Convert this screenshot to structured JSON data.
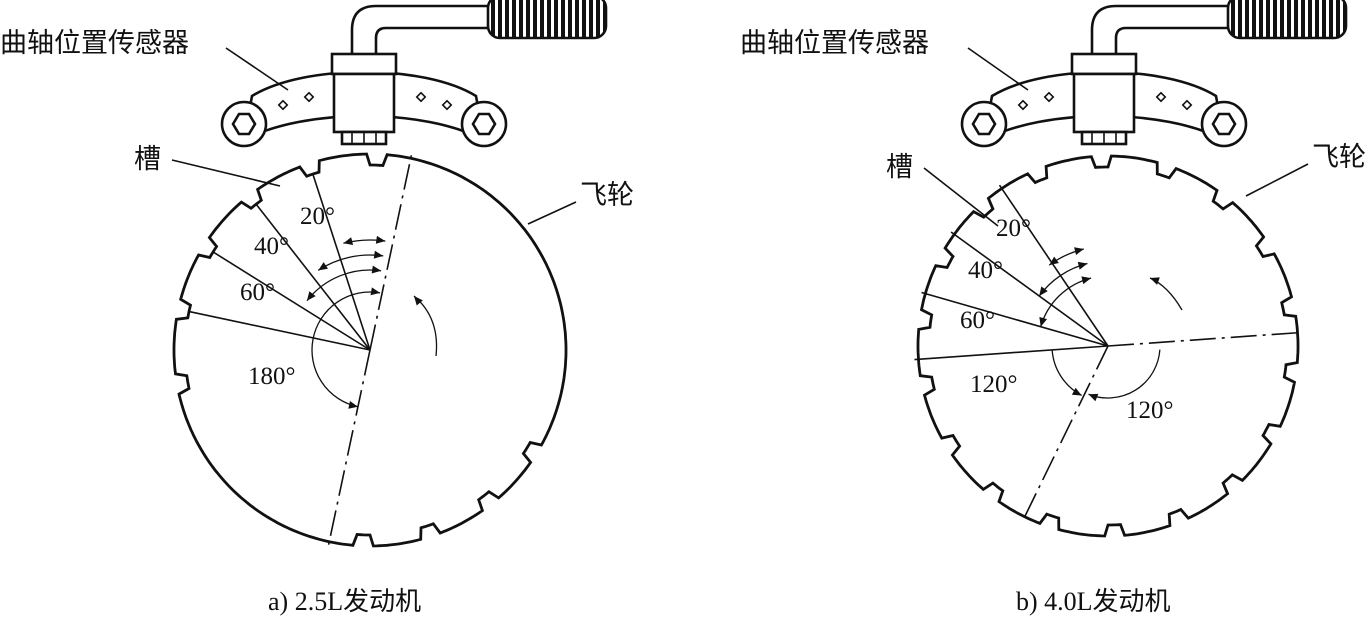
{
  "panels": [
    {
      "id": "a",
      "sensor_label": "曲轴位置传感器",
      "slot_label": "槽",
      "flywheel_label": "飞轮",
      "angles": [
        "20°",
        "40°",
        "60°",
        "180°"
      ],
      "caption": "a) 2.5L发动机"
    },
    {
      "id": "b",
      "sensor_label": "曲轴位置传感器",
      "slot_label": "槽",
      "flywheel_label": "飞轮",
      "angles": [
        "20°",
        "40°",
        "60°",
        "120°",
        "120°"
      ],
      "caption": "b) 4.0L发动机"
    }
  ],
  "icons": [
    "crankshaft-position-sensor-icon",
    "flywheel-icon",
    "rotation-arrow-icon"
  ]
}
